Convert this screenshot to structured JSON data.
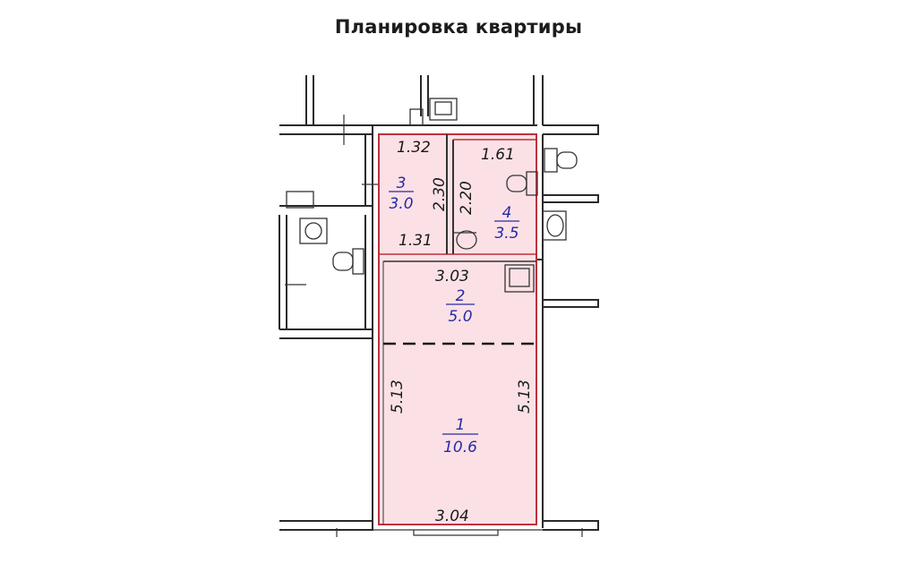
{
  "title": "Планировка квартиры",
  "dimensions": {
    "room3_top": "1.32",
    "room3_bottom": "1.31",
    "room3_side": "2.30",
    "room4_side": "2.20",
    "room4_top": "1.61",
    "room2_top": "3.03",
    "room1_left": "5.13",
    "room1_right": "5.13",
    "room1_bottom": "3.04"
  },
  "rooms": [
    {
      "number": "1",
      "area": "10.6"
    },
    {
      "number": "2",
      "area": "5.0"
    },
    {
      "number": "3",
      "area": "3.0"
    },
    {
      "number": "4",
      "area": "3.5"
    }
  ],
  "colors": {
    "apartment_fill": "#fbe1e6",
    "apartment_outline": "#c0303c",
    "room_label": "#2a2aa8",
    "walls": "#2a2a2a"
  }
}
